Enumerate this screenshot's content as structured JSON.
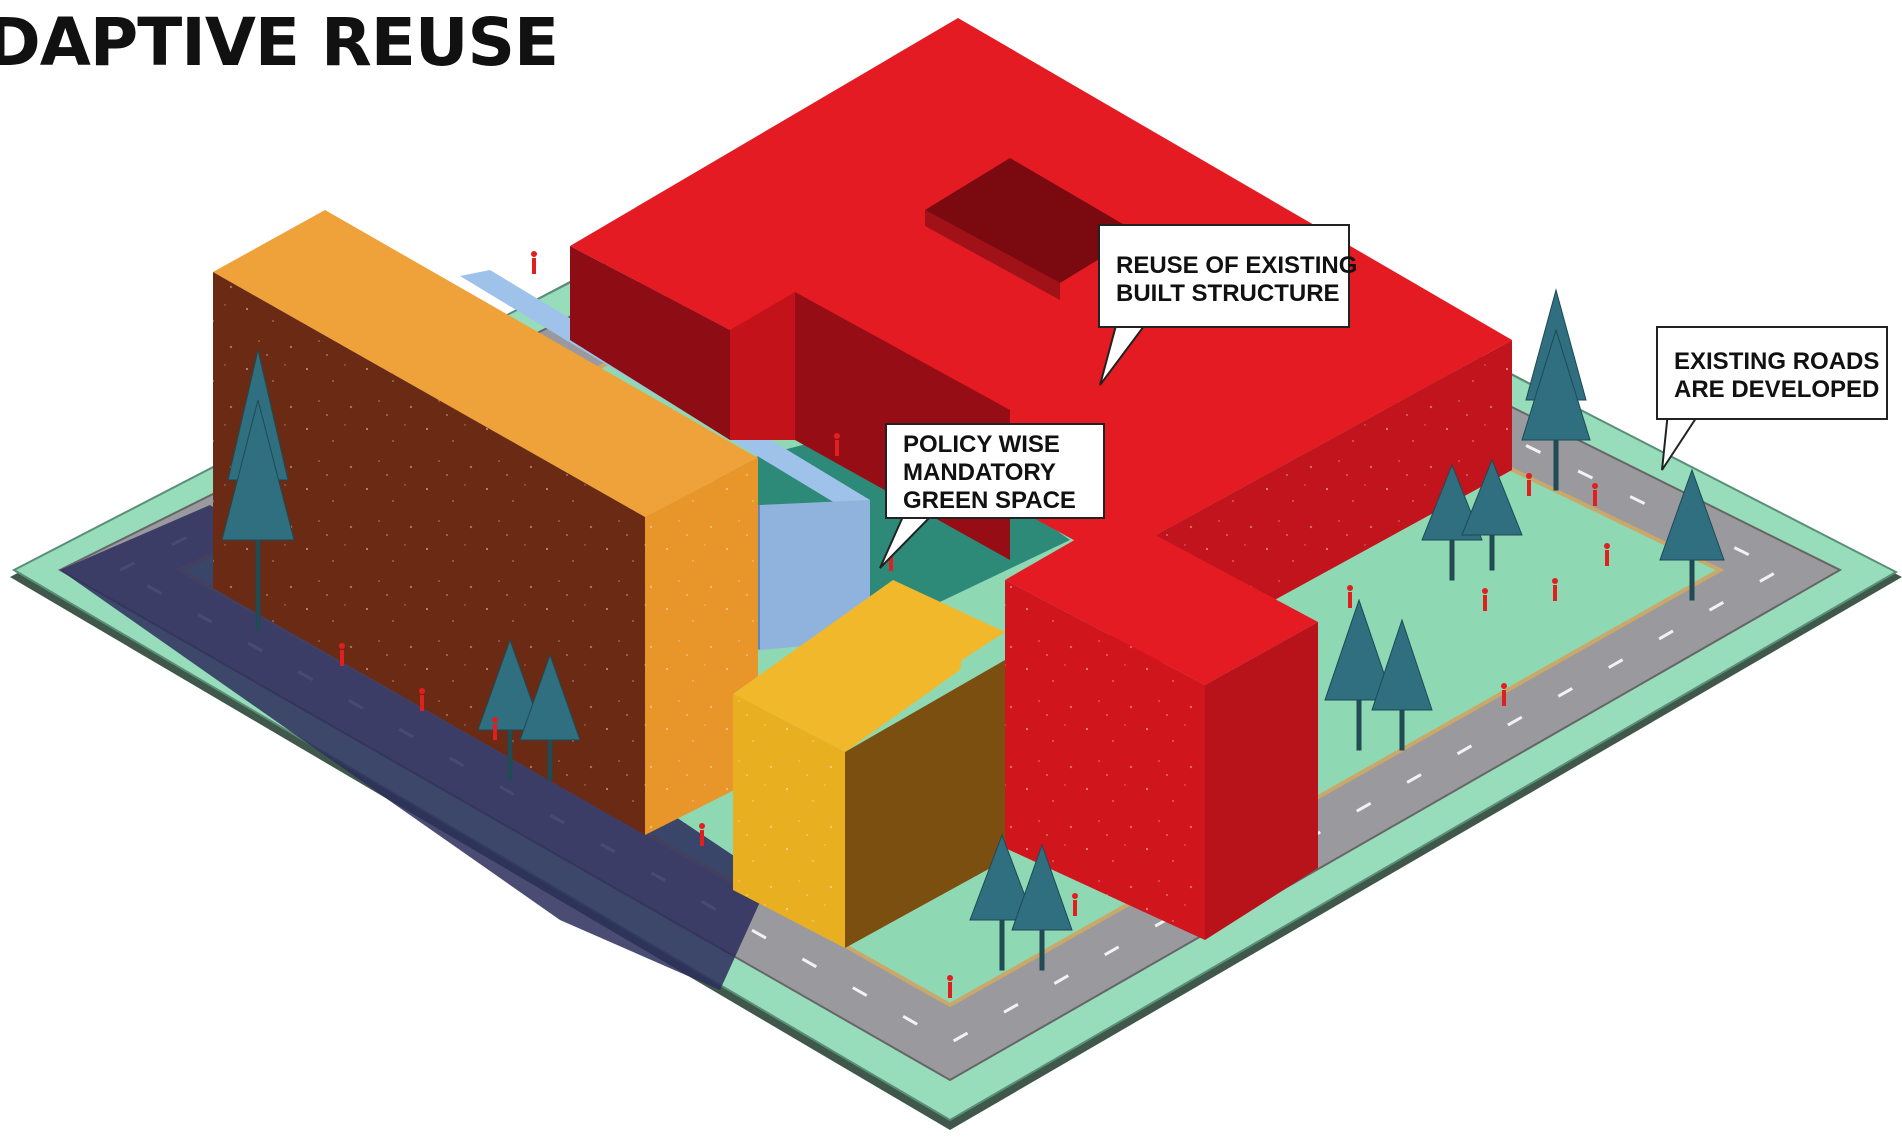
{
  "diagram": {
    "title": "DAPTIVE REUSE",
    "callouts": {
      "reuse": [
        "REUSE OF EXISTING",
        "BUILT STRUCTURE"
      ],
      "roads": [
        "EXISTING ROADS",
        "ARE DEVELOPED"
      ],
      "green": [
        "POLICY WISE",
        "MANDATORY",
        "GREEN SPACE"
      ]
    },
    "colors": {
      "existing_structure_red": "#e41b23",
      "orange_block": "#e89a2e",
      "yellow_block": "#e8b020",
      "blue_block": "#8fb3dd",
      "green_space": "#8fd8b4",
      "road_grey": "#9a9a9e",
      "tree_teal": "#2f6f80",
      "people_red": "#e02020"
    }
  }
}
